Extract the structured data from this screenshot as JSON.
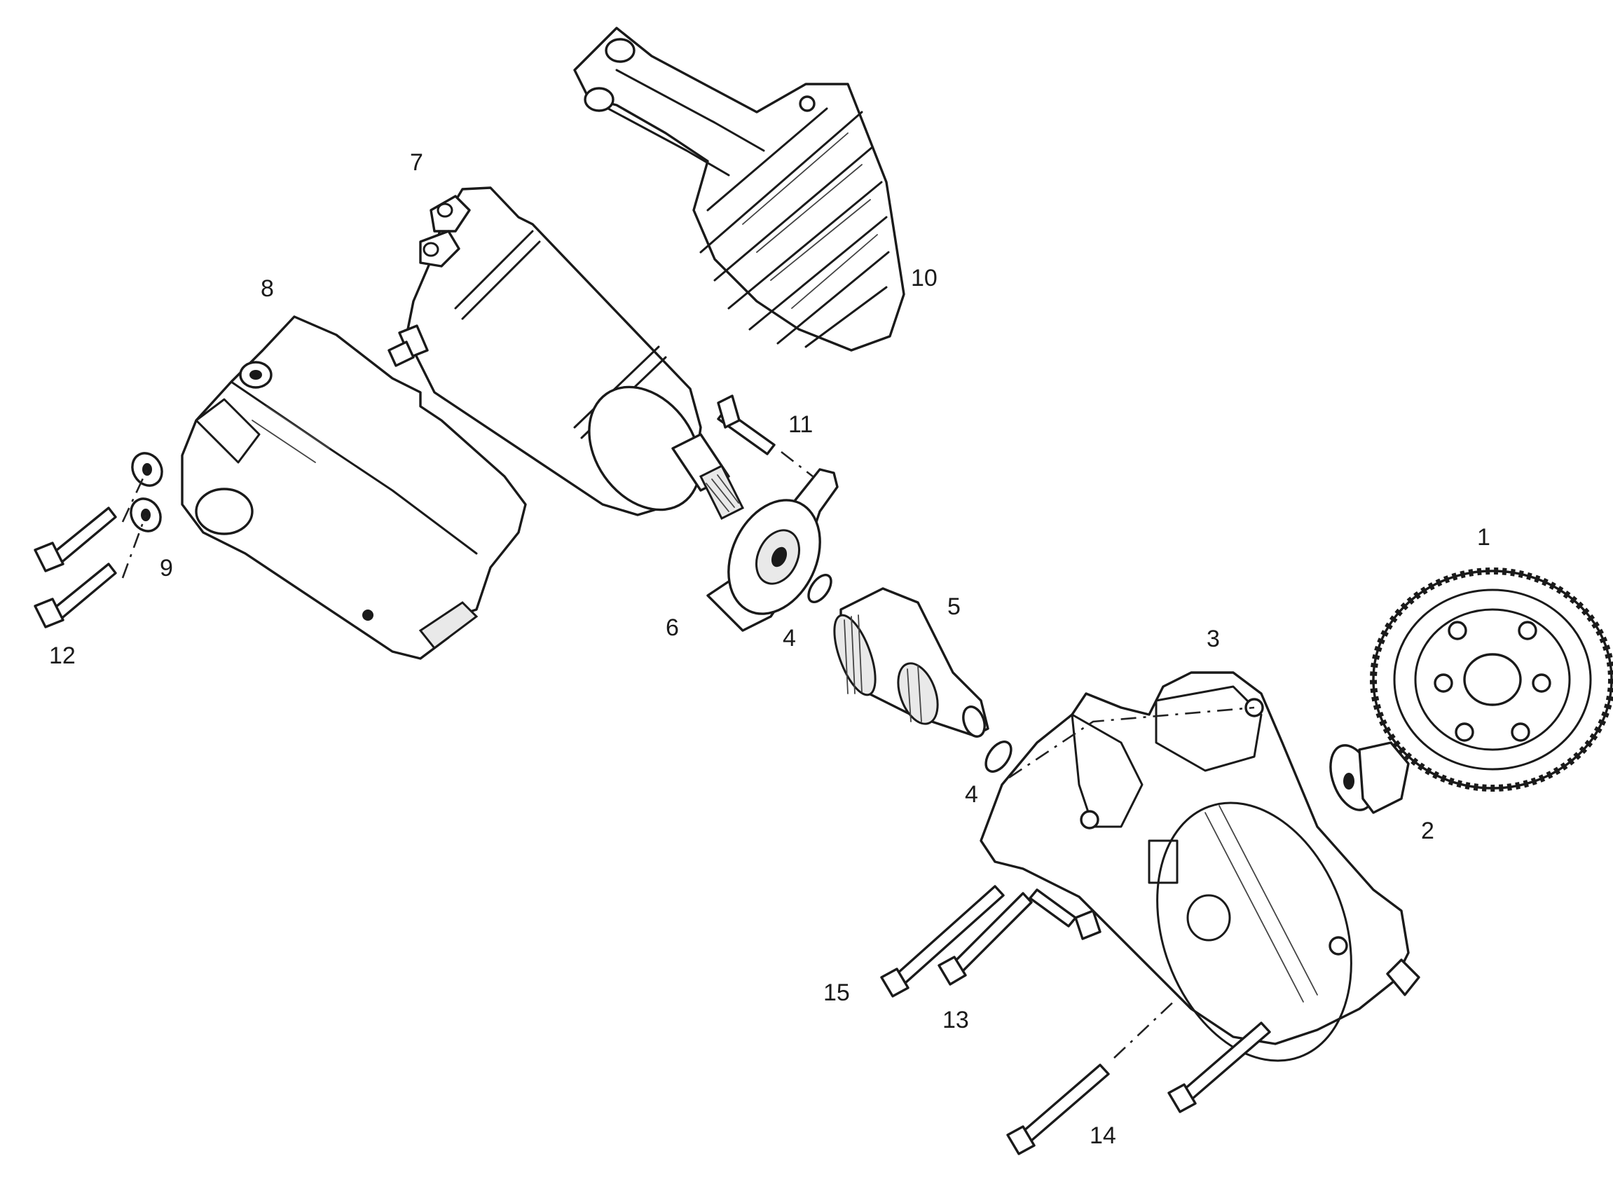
{
  "callouts": [
    {
      "number": "1"
    },
    {
      "number": "2"
    },
    {
      "number": "3"
    },
    {
      "number": "4"
    },
    {
      "number": "4"
    },
    {
      "number": "5"
    },
    {
      "number": "6"
    },
    {
      "number": "7"
    },
    {
      "number": "8"
    },
    {
      "number": "9"
    },
    {
      "number": "10"
    },
    {
      "number": "11"
    },
    {
      "number": "12"
    },
    {
      "number": "13"
    },
    {
      "number": "14"
    },
    {
      "number": "15"
    }
  ]
}
